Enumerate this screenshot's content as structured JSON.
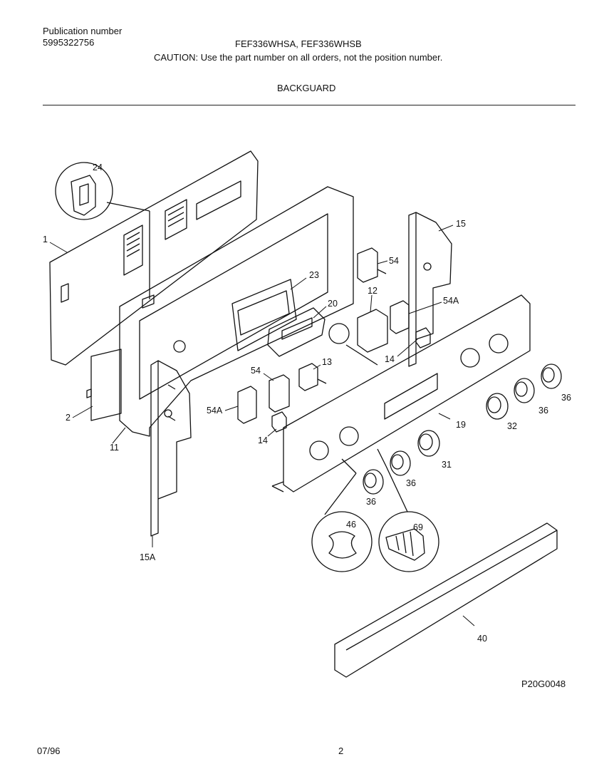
{
  "header": {
    "publication_label": "Publication number",
    "publication_number": "5995322756",
    "models": "FEF336WHSA, FEF336WHSB",
    "caution": "CAUTION:  Use the part number on all orders, not the position number.",
    "section_title": "BACKGUARD"
  },
  "callouts": {
    "c24": "24",
    "c1": "1",
    "c2": "2",
    "c11": "11",
    "c15A": "15A",
    "c15": "15",
    "c54_top": "54",
    "c12": "12",
    "c54A_right": "54A",
    "c23": "23",
    "c20": "20",
    "c14_right": "14",
    "c13": "13",
    "c54_mid": "54",
    "c54A_left": "54A",
    "c14_left": "14",
    "c19": "19",
    "c36_a": "36",
    "c36_b": "36",
    "c36_c": "36",
    "c36_d": "36",
    "c32": "32",
    "c31": "31",
    "c46": "46",
    "c69": "69",
    "c40": "40"
  },
  "footer": {
    "drawing_code": "P20G0048",
    "date": "07/96",
    "page_number": "2"
  }
}
